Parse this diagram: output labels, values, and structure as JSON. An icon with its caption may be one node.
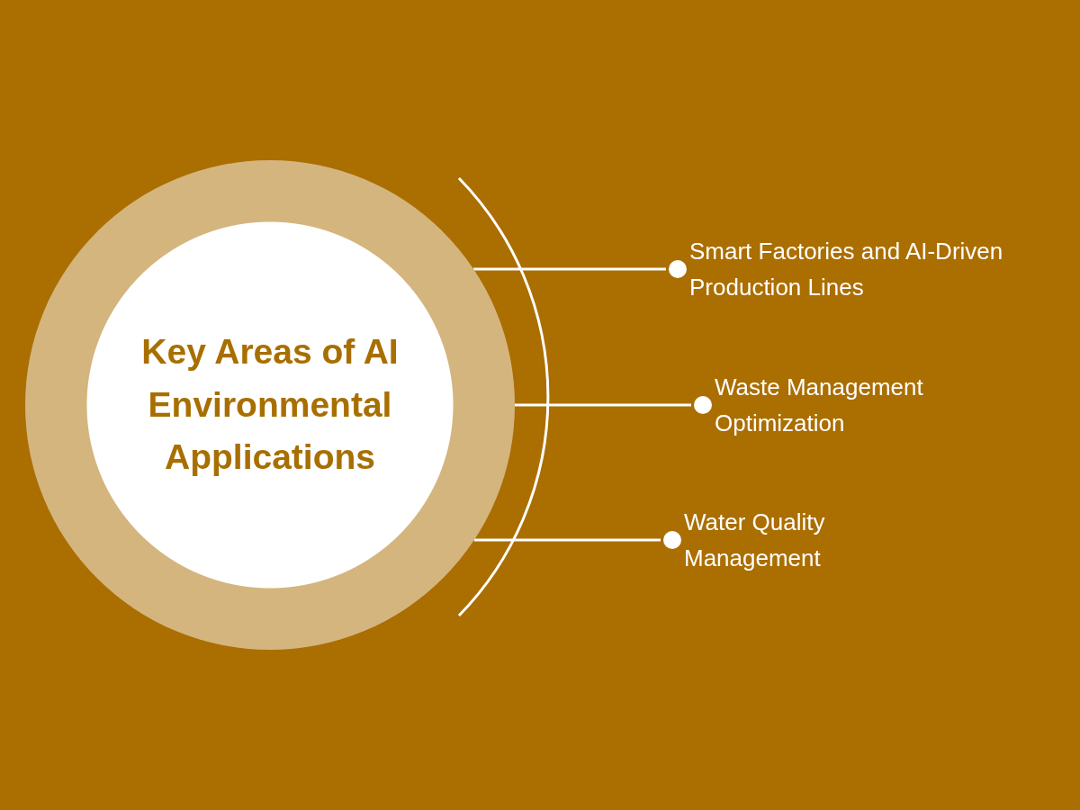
{
  "diagram": {
    "nodes": [
      {
        "text": [
          "Key Areas of AI Environmental Applications"
        ]
      },
      {
        "text": [
          "Smart Factories and AI-Driven Production Lines"
        ]
      },
      {
        "text": [
          "Waste Management Optimization"
        ]
      },
      {
        "text": [
          "Water Quality Management"
        ]
      }
    ],
    "edges": [
      {
        "from": 0,
        "to": 1,
        "arrow": "other"
      },
      {
        "from": 0,
        "to": 2,
        "arrow": "other"
      },
      {
        "from": 0,
        "to": 3,
        "arrow": "other"
      }
    ]
  }
}
